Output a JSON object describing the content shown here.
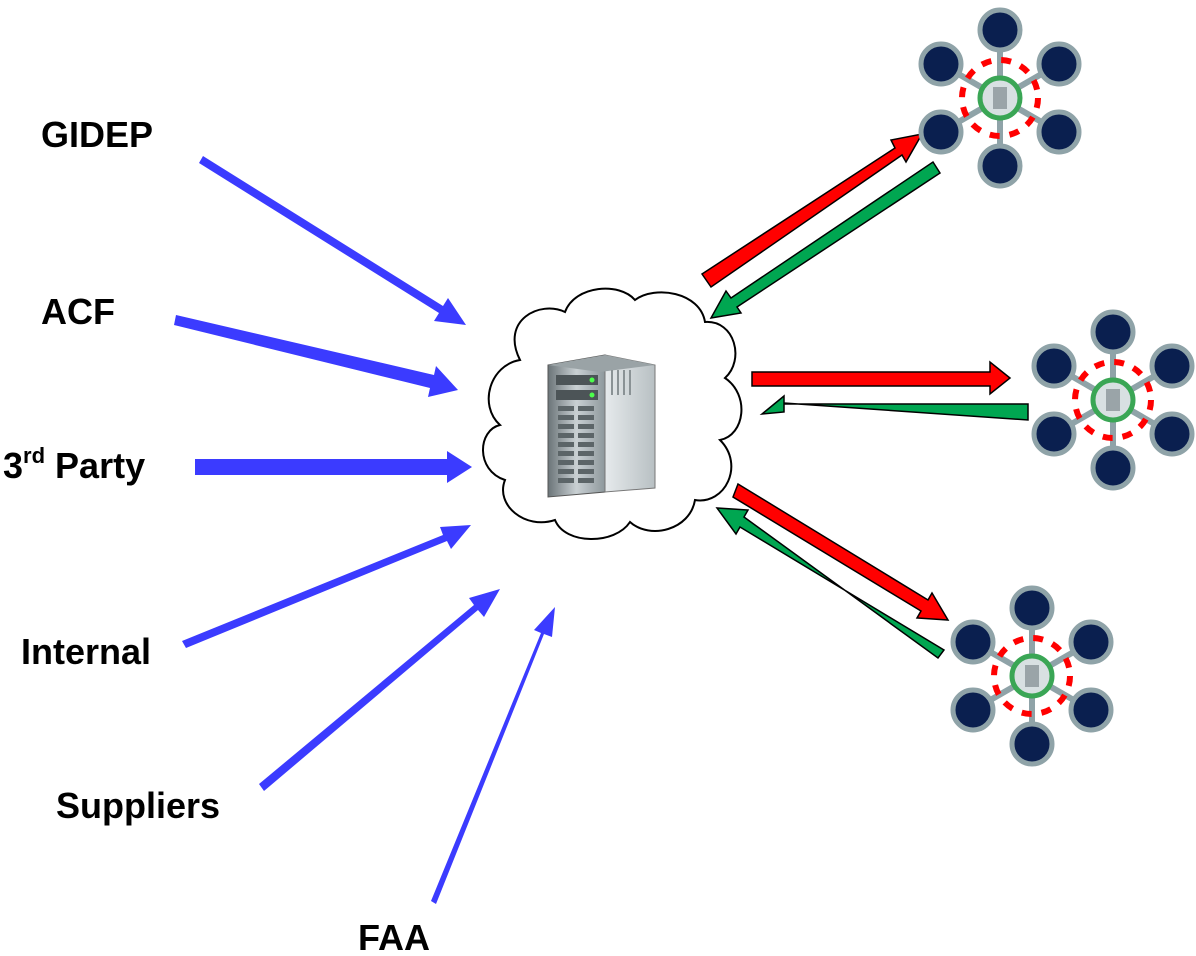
{
  "sources": [
    {
      "id": "gidep",
      "label": "GIDEP"
    },
    {
      "id": "acf",
      "label": "ACF"
    },
    {
      "id": "third-party",
      "label": "3",
      "sup": "rd",
      "label_tail": " Party"
    },
    {
      "id": "internal",
      "label": "Internal"
    },
    {
      "id": "suppliers",
      "label": "Suppliers"
    },
    {
      "id": "faa",
      "label": "FAA"
    }
  ],
  "colors": {
    "incoming_arrow": "#3b3bff",
    "outgoing_arrow": "#ff0000",
    "return_arrow": "#00a651",
    "node": "#0a1f4f",
    "hub_ring": "#8fa3a8",
    "hub_center": "#3aa655"
  },
  "icons": {
    "central": "server-cloud-icon",
    "nodes": "network-hub-icon"
  }
}
